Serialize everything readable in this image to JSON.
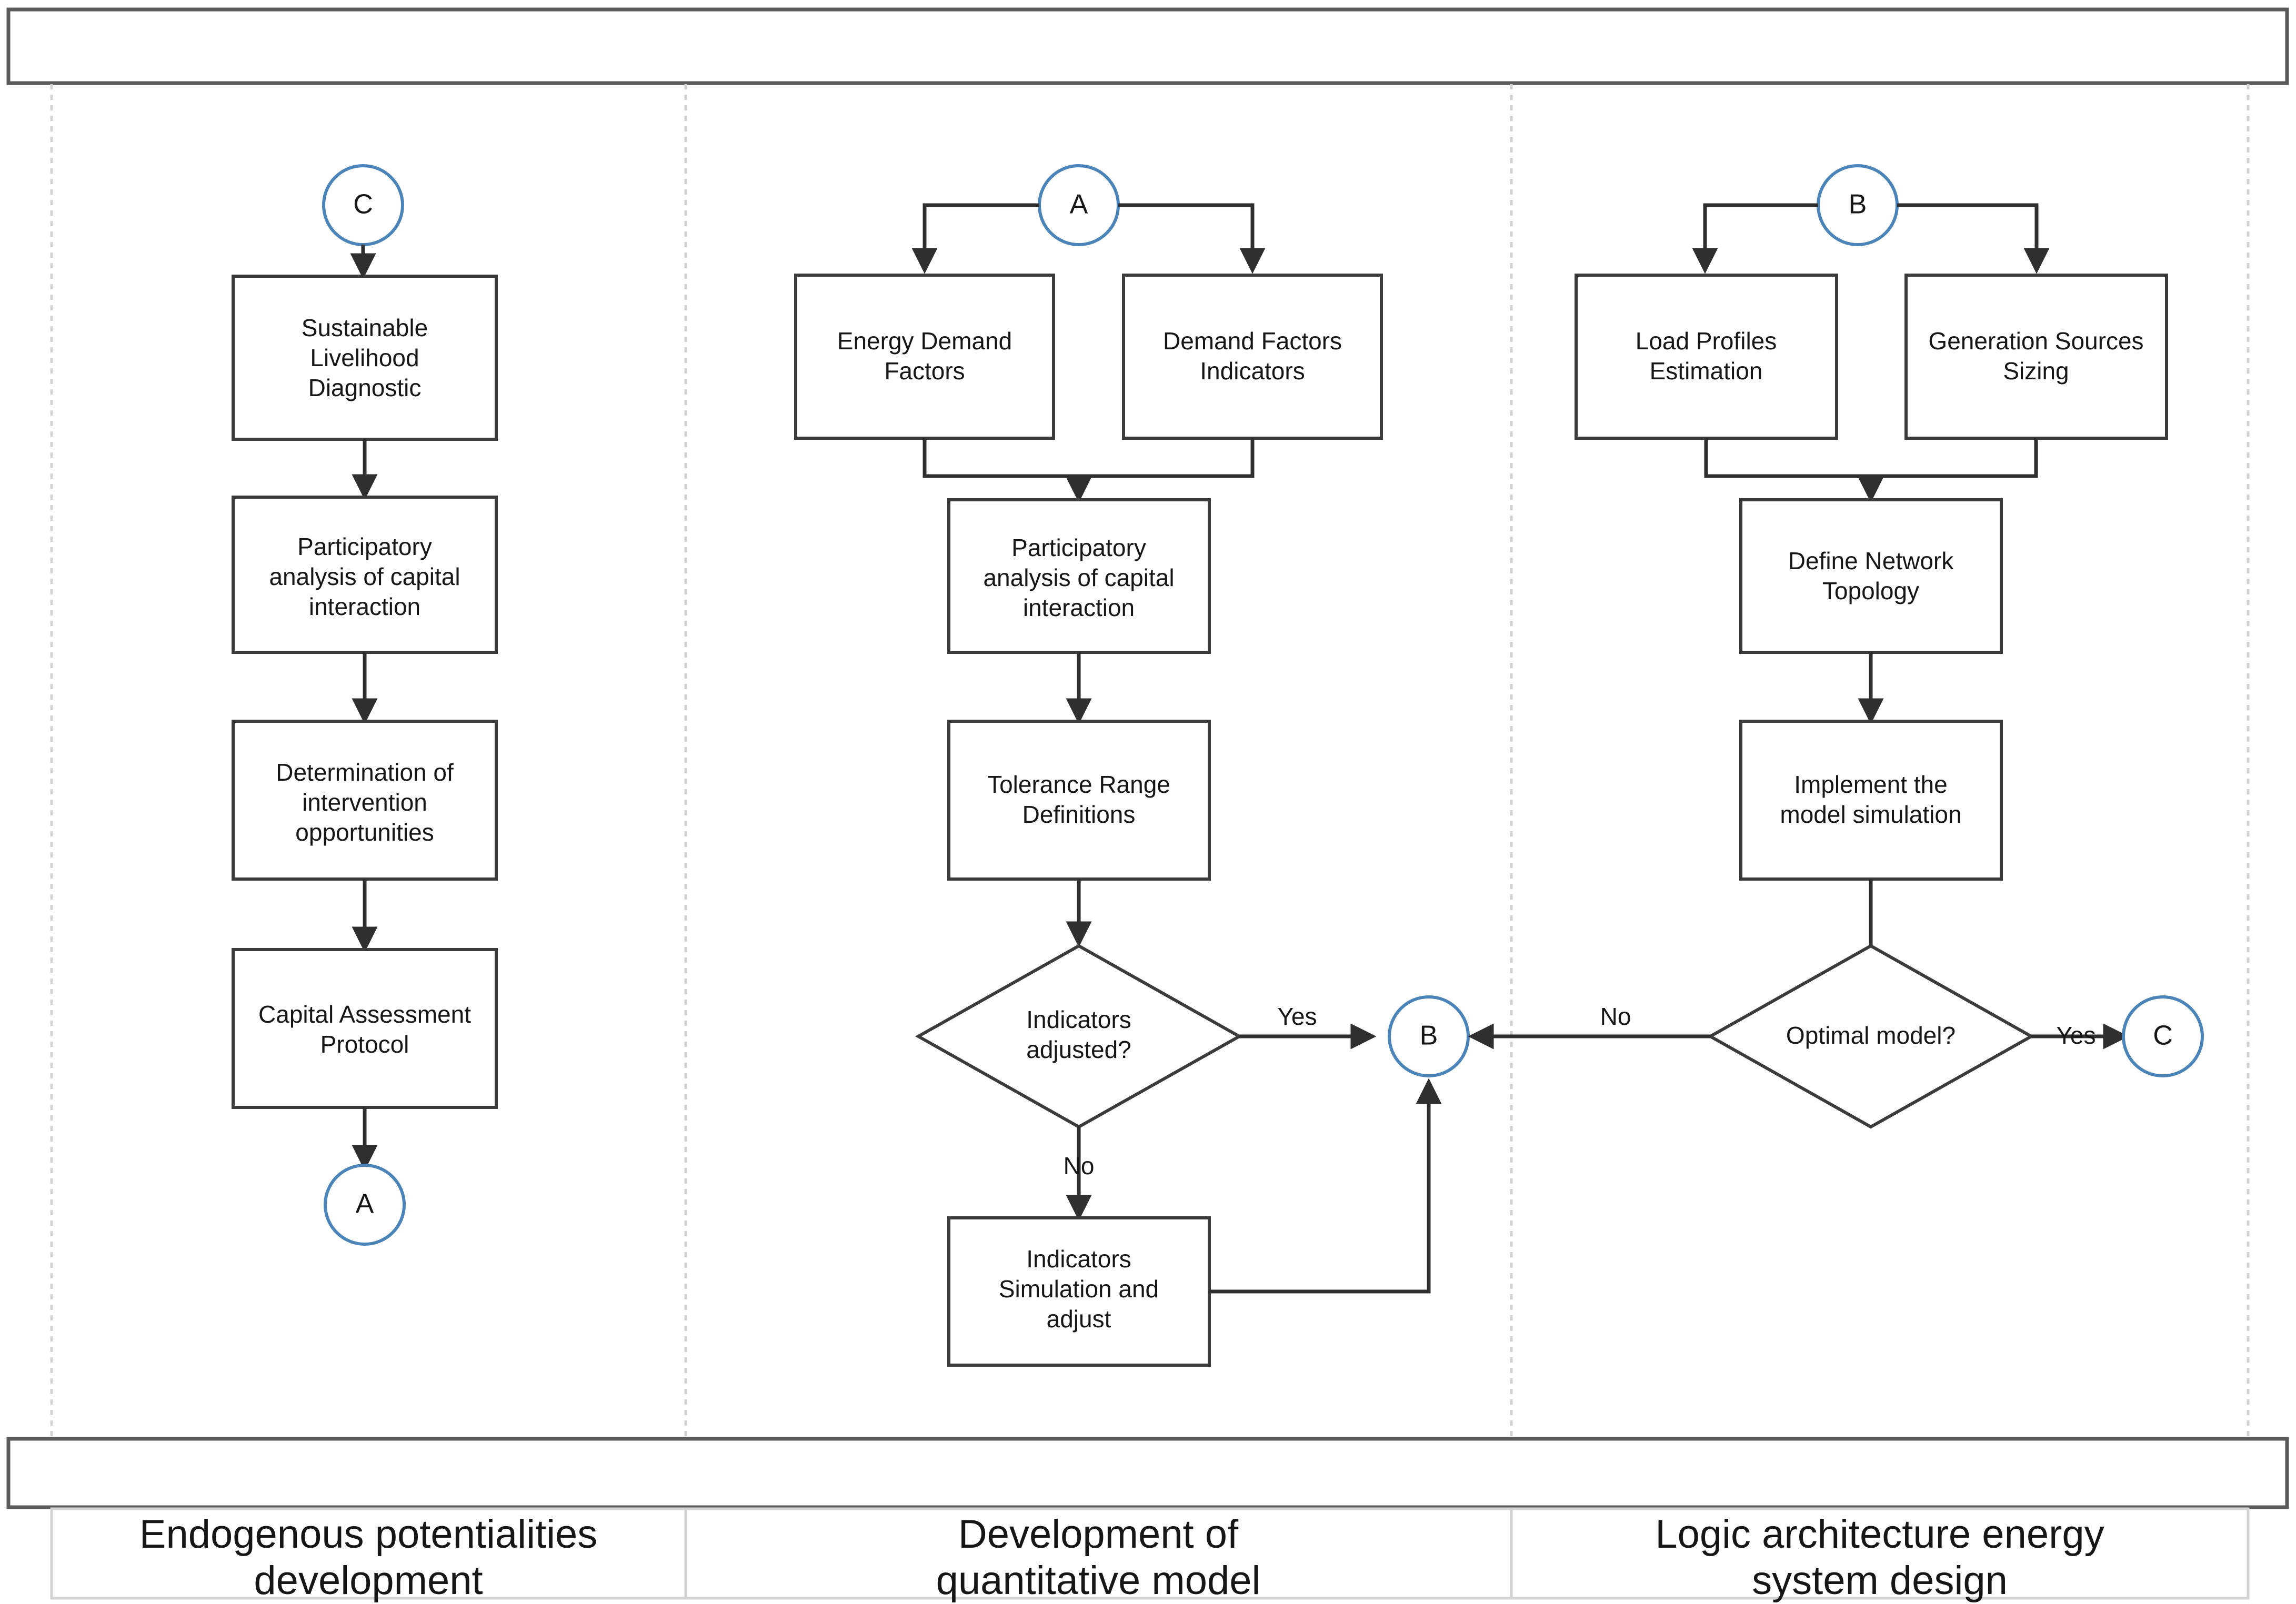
{
  "diagram": {
    "title": "",
    "colors": {
      "connector_stroke": "#4a84b8",
      "box_stroke": "#3b3b3b",
      "line_stroke": "#2f2f2f",
      "divider": "#d2d2d2",
      "band_stroke": "#5a5a5a",
      "background": "#ffffff",
      "text": "#161616"
    }
  },
  "header_band": {
    "label": ""
  },
  "lanes": [
    {
      "id": "lane-left",
      "footer_label": "Endogenous potentialities\ndevelopment",
      "footer_line1": "Endogenous potentialities",
      "footer_line2": "development"
    },
    {
      "id": "lane-middle",
      "footer_label": "Development of\nquantitative model",
      "footer_line1": "Development of",
      "footer_line2": "quantitative model"
    },
    {
      "id": "lane-right",
      "footer_label": "Logic architecture energy\nsystem design",
      "footer_line1": "Logic architecture energy",
      "footer_line2": "system design"
    }
  ],
  "nodes": {
    "left": {
      "connector_in": "C",
      "connector_out": "A",
      "boxes": [
        {
          "id": "sustainable-livelihood-diagnostic",
          "lines": [
            "Sustainable",
            "Livelihood",
            "Diagnostic"
          ]
        },
        {
          "id": "participatory-analysis-left",
          "lines": [
            "Participatory",
            "analysis of capital",
            "interaction"
          ]
        },
        {
          "id": "determination-intervention",
          "lines": [
            "Determination of",
            "intervention",
            "opportunities"
          ]
        },
        {
          "id": "capital-assessment-protocol",
          "lines": [
            "Capital Assessment",
            "Protocol"
          ]
        }
      ]
    },
    "middle": {
      "connector_in": "A",
      "connector_out": "B",
      "boxes": [
        {
          "id": "energy-demand-factors",
          "lines": [
            "Energy Demand",
            "Factors"
          ]
        },
        {
          "id": "demand-factors-indicators",
          "lines": [
            "Demand Factors",
            "Indicators"
          ]
        },
        {
          "id": "participatory-analysis-middle",
          "lines": [
            "Participatory",
            "analysis of capital",
            "interaction"
          ]
        },
        {
          "id": "tolerance-range-definitions",
          "lines": [
            "Tolerance Range",
            "Definitions"
          ]
        },
        {
          "id": "indicators-simulation-adjust",
          "lines": [
            "Indicators",
            "Simulation and",
            "adjust"
          ]
        }
      ],
      "decision": {
        "id": "indicators-adjusted",
        "lines": [
          "Indicators",
          "adjusted?"
        ]
      },
      "edge_labels": {
        "yes": "Yes",
        "no": "No"
      }
    },
    "right": {
      "connector_in": "B",
      "connector_out": "C",
      "boxes": [
        {
          "id": "load-profiles-estimation",
          "lines": [
            "Load Profiles",
            "Estimation"
          ]
        },
        {
          "id": "generation-sources-sizing",
          "lines": [
            "Generation Sources",
            "Sizing"
          ]
        },
        {
          "id": "define-network-topology",
          "lines": [
            "Define Network",
            "Topology"
          ]
        },
        {
          "id": "implement-model-simulation",
          "lines": [
            "Implement the",
            "model simulation"
          ]
        }
      ],
      "decision": {
        "id": "optimal-model",
        "lines": [
          "Optimal model?"
        ]
      },
      "edge_labels": {
        "yes": "Yes",
        "no": "No"
      }
    }
  }
}
